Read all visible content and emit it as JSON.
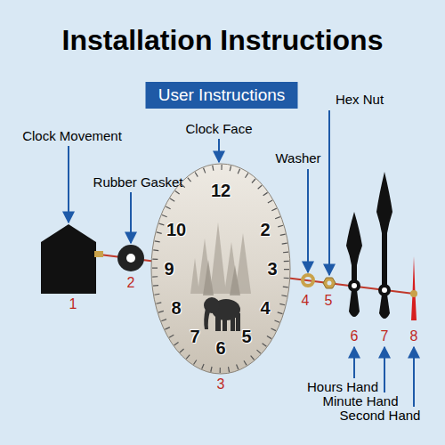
{
  "diagram": {
    "title": "Installation Instructions",
    "nodes": [
      {
        "text": [
          "User Instructions"
        ]
      }
    ],
    "labels": [
      "Clock Movement",
      "Rubber Gasket",
      "Clock Face",
      "Washer",
      "Hex Nut",
      "12",
      "2",
      "10",
      "9",
      "3",
      "8",
      "4",
      "7",
      "6",
      "5",
      "1",
      "2",
      "3",
      "4",
      "5",
      "6",
      "7",
      "8",
      "Hours Hand",
      "Minute Hand",
      "Second Hand"
    ]
  }
}
